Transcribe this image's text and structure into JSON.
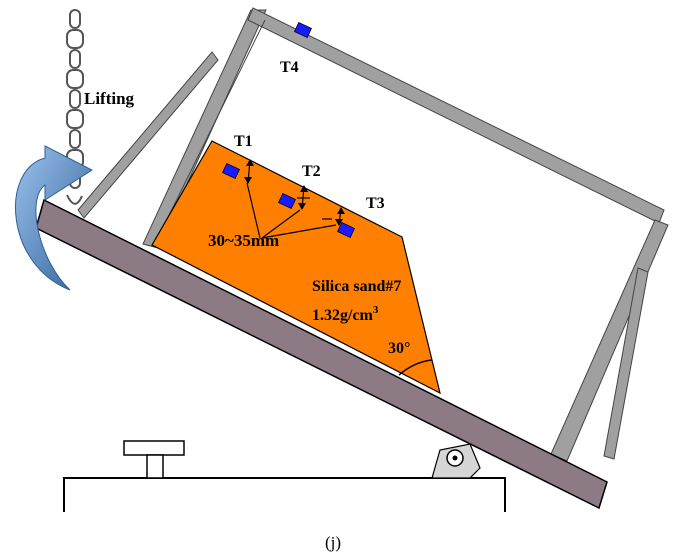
{
  "labels": {
    "lifting": "Lifting",
    "t1": "T1",
    "t2": "T2",
    "t3": "T3",
    "t4": "T4",
    "depth": "30~35mm",
    "material": "Silica sand#7",
    "density_value": "1.32g/cm",
    "density_exp": "3",
    "angle": "30°",
    "caption": "(j)"
  },
  "colors": {
    "sand": "#ff8000",
    "frame": "#a0a0a0",
    "base_plate": "#8c7a84",
    "sensor": "#1a1aff",
    "arrow": "#4e86c6"
  }
}
